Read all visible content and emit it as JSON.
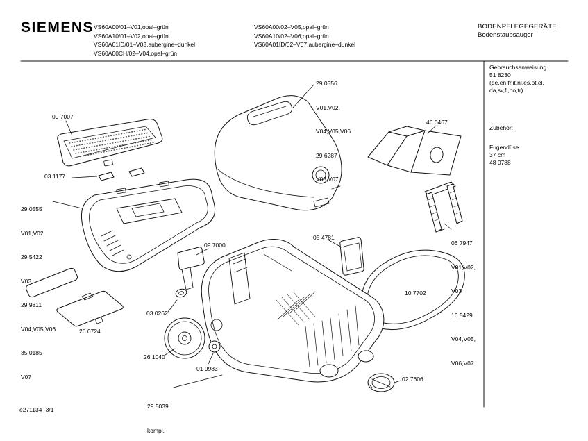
{
  "page": {
    "bg": "#ffffff",
    "line_color": "#111111"
  },
  "header": {
    "brand": "SIEMENS",
    "models_col1": [
      "VS60A00/01–V01,opal–grün",
      "VS60A10/01–V02,opal–grün",
      "VS60A01ID/01–V03,aubergine–dunkel",
      "VS60A00CH/02–V04,opal–grün"
    ],
    "models_col2": [
      "VS60A00/02–V05,opal–grün",
      "VS60A10/02–V06,opal–grün",
      "VS60A01ID/02–V07,aubergine–dunkel"
    ],
    "category": "BODENPFLEGEGERÄTE",
    "subcategory": "Bodenstaubsauger"
  },
  "sidebar": {
    "manual_title": "Gebrauchsanweisung",
    "manual_number": "51 8230",
    "languages_line1": "(de,en,fr,it,nl,es,pt,el,",
    "languages_line2": "da,sv,fi,no,tr)",
    "accessories_heading": "Zubehör:",
    "accessory_name": "Fugendüse",
    "accessory_size": "37 cm",
    "accessory_number": "48 0788"
  },
  "labels": {
    "grille": "09 7007",
    "clips": "03 1177",
    "left_block": [
      "29 0555",
      "V01,V02",
      "29 5422",
      "V03",
      "29 9811",
      "V04,V05,V06",
      "35 0185",
      "V07"
    ],
    "filter_plate": "26 0724",
    "caster_bracket": "09 7000",
    "roller": "03 0262",
    "wheel": "26 1040",
    "small_wheel": "01 9983",
    "chassis": [
      "29 5039",
      "kompl."
    ],
    "top_cover_block": [
      "29 0556",
      "V01,V02,",
      "V04,V05,V06",
      "29 6287",
      "V03,V07"
    ],
    "exhaust_filter": "05 4781",
    "dust_bag": "46 0467",
    "bag_holder_block": [
      "06 7947",
      "V01,V02,",
      "V03",
      "16 5429",
      "V04,V05,",
      "V06,V07"
    ],
    "seal": "10 7702",
    "cap": "02 7606"
  },
  "footer": {
    "doc_id": "e271134 -3/1"
  }
}
